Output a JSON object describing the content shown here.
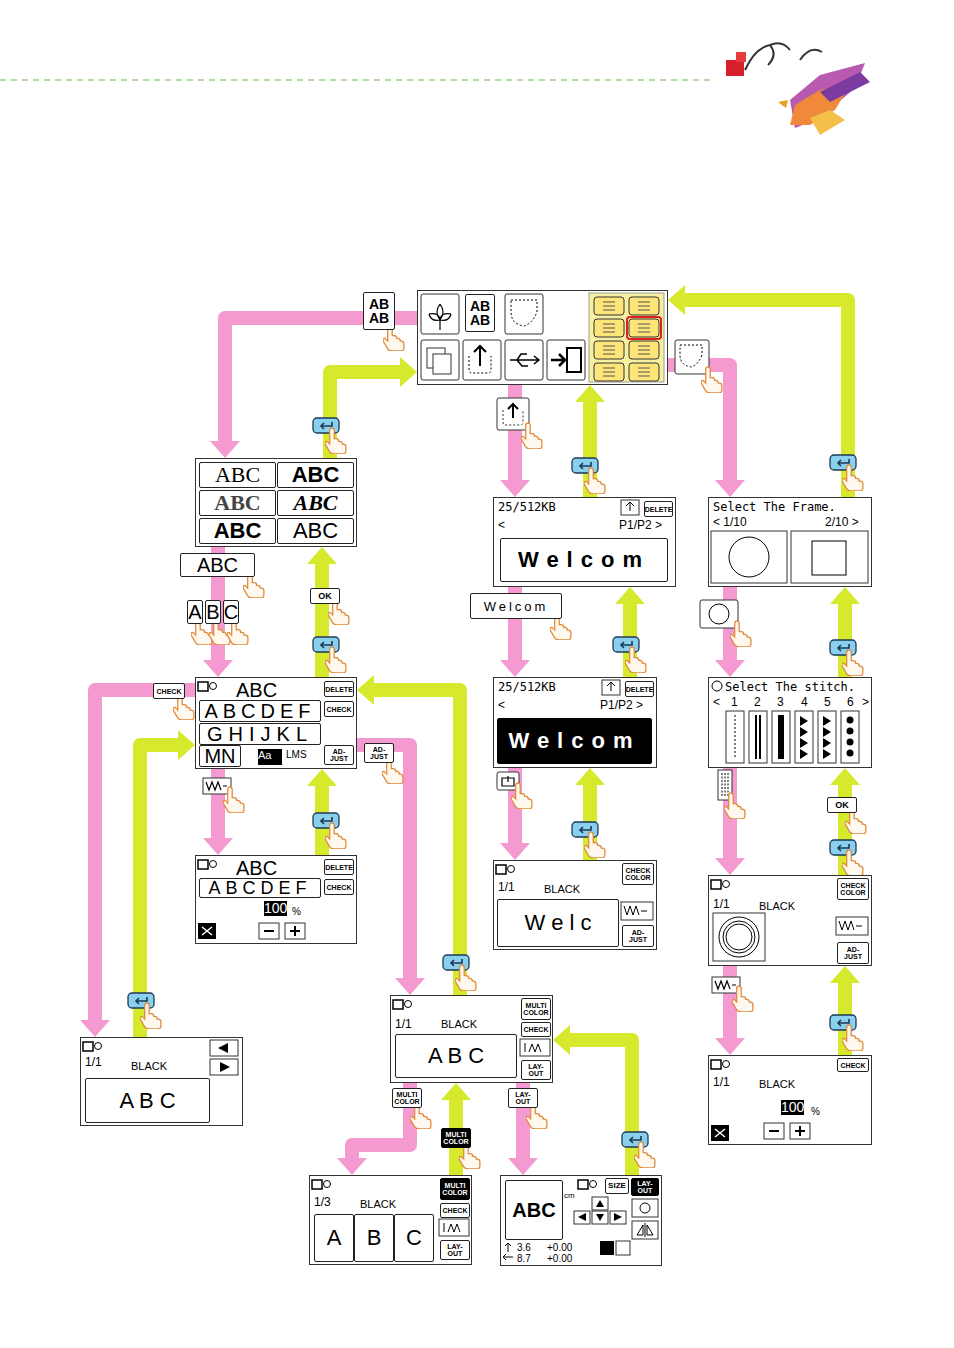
{
  "diagram": {
    "nodes": [
      {
        "text": [
          "AB AB"
        ]
      },
      {
        "text": [
          "ABC",
          "ABC",
          "ABC",
          "ABC",
          "ABC",
          "ABC"
        ]
      },
      {
        "text": [
          "25/512KB",
          "DELETE",
          "<",
          "P1/P2 >",
          "Welcom"
        ]
      },
      {
        "text": [
          "25/512KB",
          "DELETE",
          "<",
          "P1/P2 >",
          "Welcom"
        ]
      },
      {
        "text": [
          "Select The Frame.",
          "< 1/10",
          "2/10 >"
        ]
      },
      {
        "text": [
          "ABC",
          "DELETE",
          "ABCDEF",
          "CHECK",
          "GHIJKL",
          "MN",
          "Aa",
          "LMS",
          "AD-JUST"
        ]
      },
      {
        "text": [
          "1/1",
          "BLACK",
          "A B C"
        ]
      },
      {
        "text": [
          "ABC",
          "DELETE",
          "ABCDEF",
          "CHECK",
          "100",
          "%"
        ]
      },
      {
        "text": [
          "1/1",
          "BLACK",
          "W e l c",
          "CHECK COLOR",
          "AD-JUST"
        ]
      },
      {
        "text": [
          "Select The stitch.",
          "<",
          "1",
          "2",
          "3",
          "4",
          "5",
          "6",
          ">"
        ]
      },
      {
        "text": [
          "1/1",
          "BLACK",
          "CHECK COLOR",
          "AD-JUST"
        ]
      },
      {
        "text": [
          "1/1",
          "BLACK",
          "CHECK",
          "100",
          "%"
        ]
      },
      {
        "text": [
          "1/1",
          "BLACK",
          "A B C",
          "MULTI COLOR",
          "CHECK",
          "LAY-OUT"
        ]
      },
      {
        "text": [
          "1/3",
          "BLACK",
          "A",
          "B",
          "C",
          "MULTI COLOR",
          "CHECK",
          "LAY-OUT"
        ]
      },
      {
        "text": [
          "ABC",
          "cm",
          "SIZE",
          "LAY-OUT",
          "3.6",
          "+0.00",
          "8.7",
          "+0.00"
        ]
      }
    ],
    "edges": [
      {
        "from": 0,
        "to": 1,
        "arrow": "to",
        "label": "AB AB"
      },
      {
        "from": 1,
        "to": 0,
        "arrow": "to"
      },
      {
        "from": 1,
        "to": 5,
        "arrow": "to",
        "label": "ABC"
      },
      {
        "from": 5,
        "to": 1,
        "arrow": "to",
        "label": "OK"
      },
      {
        "from": 5,
        "to": 6,
        "arrow": "to",
        "label": "CHECK"
      },
      {
        "from": 6,
        "to": 5,
        "arrow": "to"
      },
      {
        "from": 5,
        "to": 7,
        "arrow": "to"
      },
      {
        "from": 7,
        "to": 5,
        "arrow": "to"
      },
      {
        "from": 5,
        "to": 12,
        "arrow": "to",
        "label": "AD-JUST"
      },
      {
        "from": 12,
        "to": 5,
        "arrow": "to"
      },
      {
        "from": 12,
        "to": 13,
        "arrow": "to",
        "label": "MULTI COLOR"
      },
      {
        "from": 13,
        "to": 12,
        "arrow": "to",
        "label": "MULTI COLOR"
      },
      {
        "from": 12,
        "to": 14,
        "arrow": "to",
        "label": "LAY-OUT"
      },
      {
        "from": 14,
        "to": 12,
        "arrow": "to"
      },
      {
        "from": 0,
        "to": 2,
        "arrow": "to"
      },
      {
        "from": 2,
        "to": 0,
        "arrow": "to"
      },
      {
        "from": 2,
        "to": 3,
        "arrow": "to",
        "label": "Welcom"
      },
      {
        "from": 3,
        "to": 2,
        "arrow": "to"
      },
      {
        "from": 3,
        "to": 8,
        "arrow": "to"
      },
      {
        "from": 8,
        "to": 3,
        "arrow": "to"
      },
      {
        "from": 0,
        "to": 4,
        "arrow": "to"
      },
      {
        "from": 4,
        "to": 0,
        "arrow": "to"
      },
      {
        "from": 4,
        "to": 9,
        "arrow": "to"
      },
      {
        "from": 9,
        "to": 4,
        "arrow": "to"
      },
      {
        "from": 9,
        "to": 10,
        "arrow": "to"
      },
      {
        "from": 10,
        "to": 9,
        "arrow": "to",
        "label": "OK"
      },
      {
        "from": 10,
        "to": 11,
        "arrow": "to"
      },
      {
        "from": 11,
        "to": 10,
        "arrow": "to"
      }
    ],
    "labels": [
      "A",
      "B",
      "C"
    ]
  }
}
